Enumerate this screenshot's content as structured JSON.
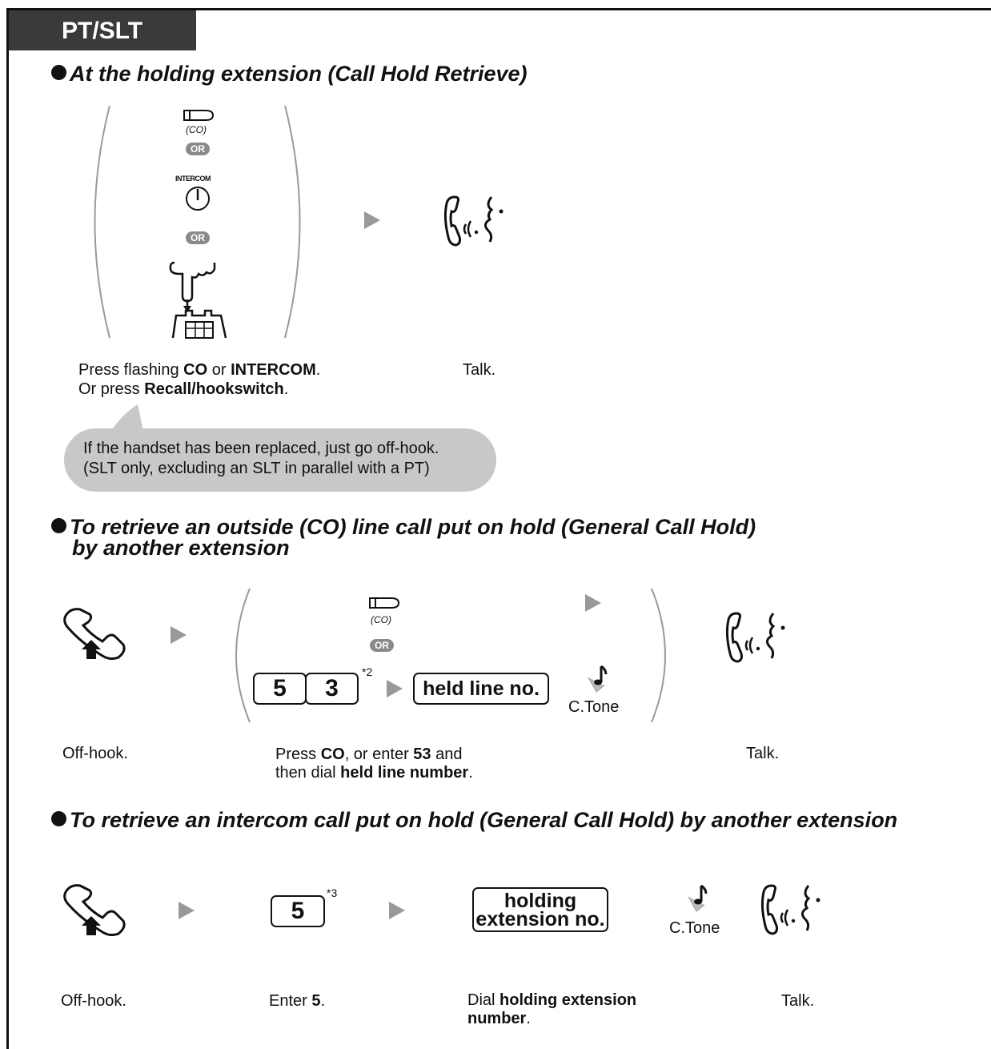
{
  "tab": {
    "label": "PT/SLT"
  },
  "section1": {
    "heading": "At the holding extension (Call Hold Retrieve)",
    "co_label": "(CO)",
    "or1": "OR",
    "intercom_label": "INTERCOM",
    "or2": "OR",
    "caption_press": {
      "t1": "Press flashing ",
      "b1": "CO",
      "t2": " or ",
      "b2": "INTERCOM",
      "t3": ".",
      "t4": "Or press ",
      "b3": "Recall/hookswitch",
      "t5": "."
    },
    "caption_talk": "Talk.",
    "note_line1": "If the handset has been replaced, just go off-hook.",
    "note_line2": "(SLT only, excluding an SLT in parallel with a PT)"
  },
  "section2": {
    "heading_line1": "To retrieve an outside (CO) line call put on hold (General Call Hold)",
    "heading_line2": "by another extension",
    "co_label": "(CO)",
    "or": "OR",
    "key_5": "5",
    "key_3": "3",
    "footnote": "*2",
    "held_line_button": "held line no.",
    "ctone": "C.Tone",
    "caption_offhook": "Off-hook.",
    "caption_press": {
      "t1": "Press ",
      "b1": "CO",
      "t2": ", or enter ",
      "b2": "53",
      "t3": " and",
      "t4": "then dial ",
      "b3": "held line number",
      "t5": "."
    },
    "caption_talk": "Talk."
  },
  "section3": {
    "heading": "To retrieve an intercom call put on hold (General Call Hold) by another extension",
    "key_5": "5",
    "footnote": "*3",
    "holding_button_line1": "holding",
    "holding_button_line2": "extension no.",
    "ctone": "C.Tone",
    "caption_offhook": "Off-hook.",
    "caption_enter": {
      "t1": "Enter ",
      "b1": "5",
      "t2": "."
    },
    "caption_dial": {
      "t1": "Dial ",
      "b1": "holding extension",
      "b2": "number",
      "t2": "."
    },
    "caption_talk": "Talk."
  }
}
